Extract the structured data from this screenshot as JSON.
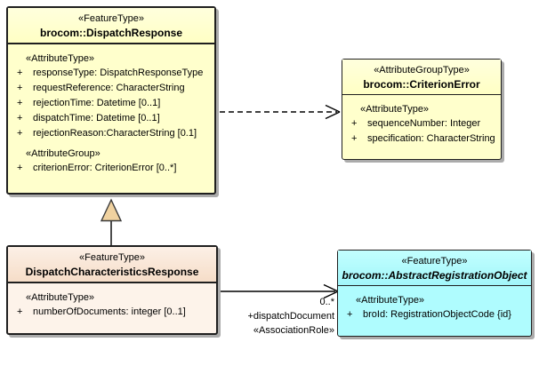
{
  "glyphs": {
    "plus": "+"
  },
  "colors": {
    "class_fill": "#ffffcc",
    "abstract_class_fill": "#affcfe",
    "subclass_header_fill": "#f8e4d2",
    "box_border": "#1f1f1f",
    "drop_shadow": "#ababab",
    "generalization_triangle_fill": "#f0d2a0"
  },
  "boxes": {
    "dispatch_response": {
      "stereotype": "«FeatureType»",
      "name": "brocom::DispatchResponse",
      "sections": [
        {
          "header": "«AttributeType»",
          "attrs": [
            "responseType: DispatchResponseType",
            "requestReference: CharacterString",
            "rejectionTime: Datetime [0..1]",
            "dispatchTime: Datetime [0..1]",
            "rejectionReason:CharacterString [0.1]"
          ]
        },
        {
          "header": "«AttributeGroup»",
          "attrs": [
            "criterionError: CriterionError [0..*]"
          ]
        }
      ]
    },
    "criterion_error": {
      "stereotype": "«AttributeGroupType»",
      "name": "brocom::CriterionError",
      "sections": [
        {
          "header": "«AttributeType»",
          "attrs": [
            "sequenceNumber: Integer",
            "specification: CharacterString"
          ]
        }
      ]
    },
    "dispatch_characteristics_response": {
      "stereotype": "«FeatureType»",
      "name": "DispatchCharacteristicsResponse",
      "sections": [
        {
          "header": "«AttributeType»",
          "attrs": [
            "numberOfDocuments: integer [0..1]"
          ]
        }
      ]
    },
    "abstract_registration_object": {
      "stereotype": "«FeatureType»",
      "name": "brocom::AbstractRegistrationObject",
      "sections": [
        {
          "header": "«AttributeType»",
          "attrs": [
            "broId: RegistrationObjectCode {id}"
          ]
        }
      ]
    }
  },
  "association": {
    "multiplicity": "0..*",
    "role": "+dispatchDocument",
    "stereotype": "«AssociationRole»"
  }
}
